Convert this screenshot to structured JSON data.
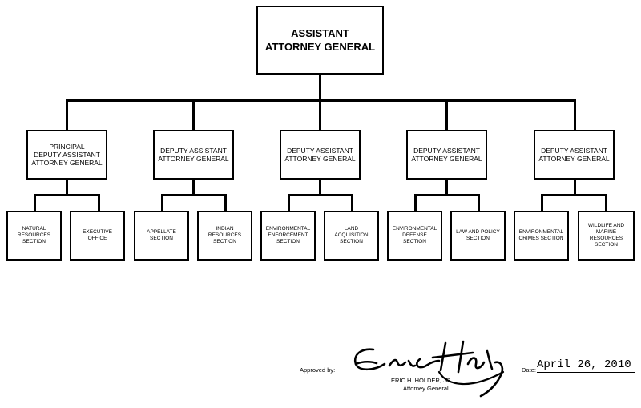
{
  "top_box": "ASSISTANT\nATTORNEY GENERAL",
  "deputies": [
    {
      "title": "PRINCIPAL\nDEPUTY ASSISTANT\nATTORNEY GENERAL",
      "sections": [
        "NATURAL\nRESOURCES\nSECTION",
        "EXECUTIVE\nOFFICE"
      ]
    },
    {
      "title": "DEPUTY ASSISTANT\nATTORNEY GENERAL",
      "sections": [
        "APPELLATE\nSECTION",
        "INDIAN\nRESOURCES\nSECTION"
      ]
    },
    {
      "title": "DEPUTY ASSISTANT\nATTORNEY GENERAL",
      "sections": [
        "ENVIRONMENTAL\nENFORCEMENT\nSECTION",
        "LAND\nACQUISITION\nSECTION"
      ]
    },
    {
      "title": "DEPUTY ASSISTANT\nATTORNEY GENERAL",
      "sections": [
        "ENVIRONMENTAL\nDEFENSE\nSECTION",
        "LAW AND POLICY\nSECTION"
      ]
    },
    {
      "title": "DEPUTY ASSISTANT\nATTORNEY GENERAL",
      "sections": [
        "ENVIRONMENTAL\nCRIMES SECTION",
        "WILDLIFE AND\nMARINE\nRESOURCES\nSECTION"
      ]
    }
  ],
  "approval": {
    "approved_by_label": "Approved by:",
    "signer_name": "ERIC H. HOLDER, JR.",
    "signer_title": "Attorney General",
    "date_label": "Date:",
    "date_value": "April 26, 2010",
    "signature_text": "Eric H. Holder"
  }
}
